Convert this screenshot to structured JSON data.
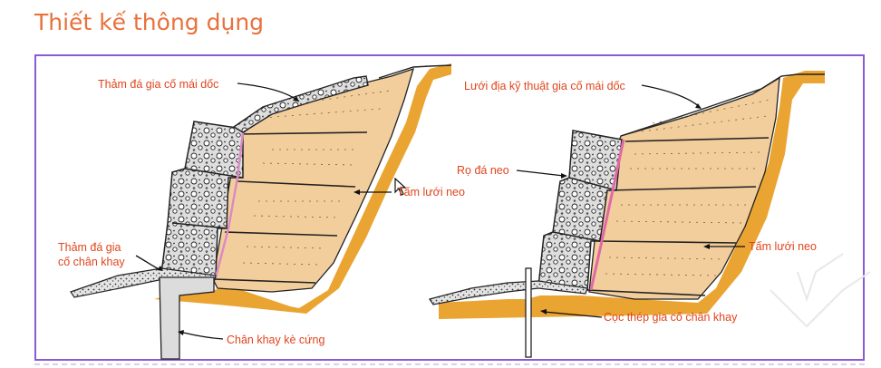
{
  "title": "Thiết kế thông dụng",
  "left_diagram": {
    "label_slope_mattress": "Thảm đá gia cố mái dốc",
    "label_anchor_mesh": "Tấm lưới neo",
    "label_toe_mattress_line1": "Thảm đá gia",
    "label_toe_mattress_line2": "cố chân khay",
    "label_rigid_toe": "Chân khay kè cứng"
  },
  "right_diagram": {
    "label_geogrid": "Lưới địa kỹ thuật gia cố mái dốc",
    "label_gabion": "Rọ đá neo",
    "label_anchor_mesh": "Tấm lưới neo",
    "label_steel_pile": "Cọc thép gia cố chân khay"
  },
  "colors": {
    "title": "#e8713c",
    "label": "#e0451d",
    "frame": "#8a5ad6",
    "soil": "#f3ce9d",
    "ground": "#eaa431",
    "rock": "#d9d9d9"
  }
}
